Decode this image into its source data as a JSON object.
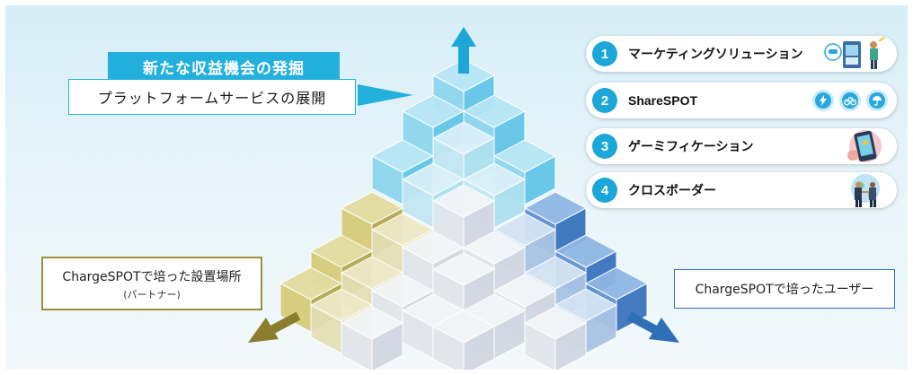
{
  "headline": {
    "tag": "新たな収益機会の発掘",
    "platform": "プラットフォームサービスの展開"
  },
  "services": [
    {
      "number": "1",
      "label": "マーケティングソリューション",
      "icon": "signage-marketer-illustration"
    },
    {
      "number": "2",
      "label": "ShareSPOT",
      "icons": [
        "lightning-icon",
        "bicycle-icon",
        "umbrella-icon"
      ]
    },
    {
      "number": "3",
      "label": "ゲーミフィケーション",
      "icon": "phone-game-illustration"
    },
    {
      "number": "4",
      "label": "クロスボーダー",
      "icon": "globe-handshake-illustration"
    }
  ],
  "axes": {
    "partners_line1": "ChargeSPOTで培った設置場所",
    "partners_line2": "(パートナー)",
    "users": "ChargeSPOTで培ったユーザー"
  },
  "colors": {
    "accent": "#23b0dd",
    "partner_olive": "#9d8f3b",
    "user_blue": "#2e6fb5",
    "cube_cyan": "#5ecbea",
    "cube_olive": "#c9bc5c",
    "cube_blue": "#3f82cf",
    "cube_neutral": "#e4e8ee"
  }
}
